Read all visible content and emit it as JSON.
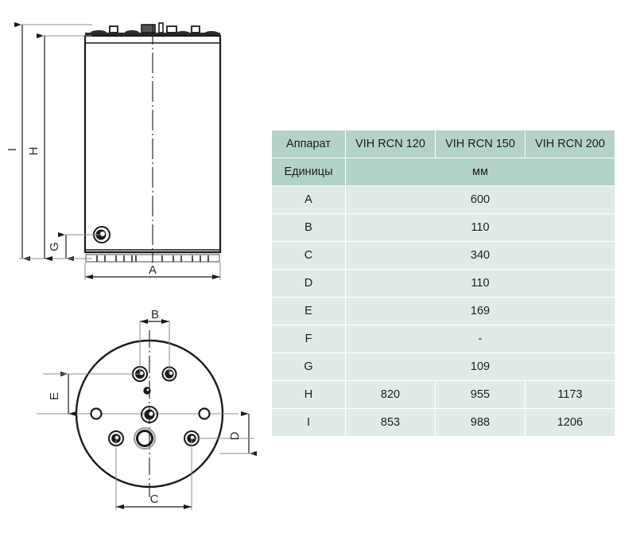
{
  "drawing": {
    "side_view": {
      "name": "side-elevation-view",
      "dimension_labels": [
        {
          "id": "I",
          "label": "I",
          "orientation": "vertical",
          "description": "overall height including top fittings"
        },
        {
          "id": "H",
          "label": "H",
          "orientation": "vertical",
          "description": "cylinder body height"
        },
        {
          "id": "G",
          "label": "G",
          "orientation": "vertical",
          "description": "height to lower side port"
        },
        {
          "id": "A",
          "label": "A",
          "orientation": "horizontal",
          "description": "tank diameter"
        }
      ]
    },
    "plan_view": {
      "name": "bottom-plan-view",
      "dimension_labels": [
        {
          "id": "B",
          "label": "B",
          "orientation": "horizontal",
          "description": "spacing between upper port pair"
        },
        {
          "id": "E",
          "label": "E",
          "orientation": "vertical",
          "description": "vertical offset of upper port row"
        },
        {
          "id": "D",
          "label": "D",
          "orientation": "vertical",
          "description": "vertical offset of lower port row"
        },
        {
          "id": "C",
          "label": "C",
          "orientation": "horizontal",
          "description": "spacing between lower port pair"
        }
      ]
    }
  },
  "table": {
    "name": "dimension-specification-table",
    "columns": [
      "Аппарат",
      "VIH RCN 120",
      "VIH RCN 150",
      "VIH RCN 200"
    ],
    "units_row": {
      "key": "Единицы",
      "value": "мм"
    },
    "rows": [
      {
        "key": "A",
        "span": true,
        "value": "600",
        "values": [
          "600",
          "600",
          "600"
        ]
      },
      {
        "key": "B",
        "span": true,
        "value": "110",
        "values": [
          "110",
          "110",
          "110"
        ]
      },
      {
        "key": "C",
        "span": true,
        "value": "340",
        "values": [
          "340",
          "340",
          "340"
        ]
      },
      {
        "key": "D",
        "span": true,
        "value": "110",
        "values": [
          "110",
          "110",
          "110"
        ]
      },
      {
        "key": "E",
        "span": true,
        "value": "169",
        "values": [
          "169",
          "169",
          "169"
        ]
      },
      {
        "key": "F",
        "span": true,
        "value": "-",
        "values": [
          "-",
          "-",
          "-"
        ]
      },
      {
        "key": "G",
        "span": true,
        "value": "109",
        "values": [
          "109",
          "109",
          "109"
        ]
      },
      {
        "key": "H",
        "span": false,
        "value": "",
        "values": [
          "820",
          "955",
          "1173"
        ]
      },
      {
        "key": "I",
        "span": false,
        "value": "",
        "values": [
          "853",
          "988",
          "1206"
        ]
      }
    ]
  },
  "colors": {
    "header_bg": "#b3d2ca",
    "data_bg": "#e0ebe8",
    "grid_line": "#ffffff",
    "text": "#1d1d1d",
    "drawing_line": "#1a1a1a",
    "drawing_thin": "#6b6b6b"
  }
}
